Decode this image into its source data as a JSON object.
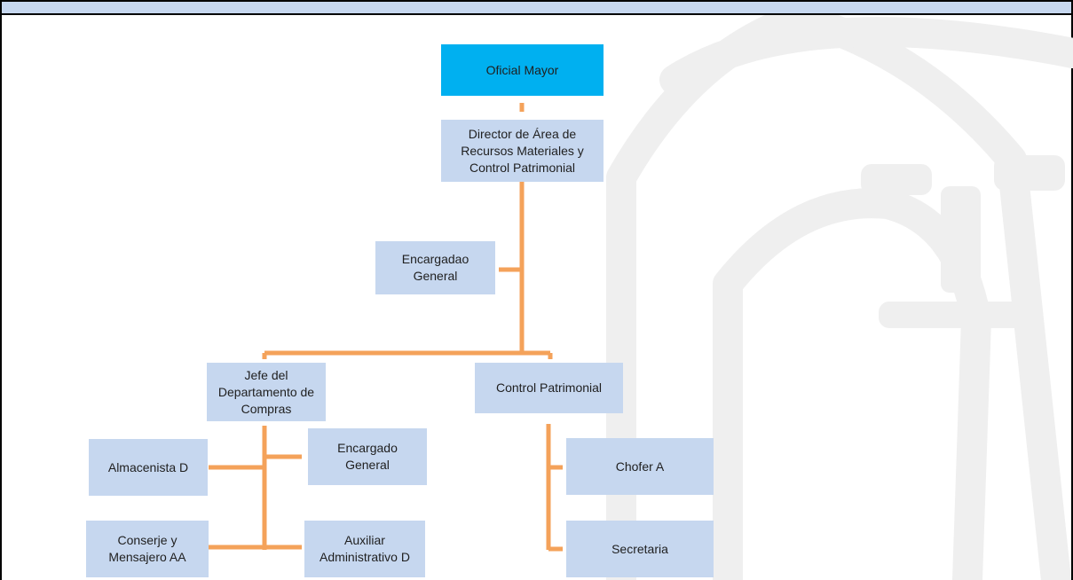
{
  "colors": {
    "header_band": "#c6d7ef",
    "box_fill": "#c6d7ef",
    "top_box_fill": "#00b0f0",
    "connector": "#f4a25a",
    "watermark": "#f0f0f0"
  },
  "watermark": {
    "icon": "stylized-face-watermark-icon"
  },
  "org_chart": {
    "oficial_mayor": "Oficial Mayor",
    "director": "Director de Área de\nRecursos Materiales y\nControl  Patrimonial",
    "encargado_general_1": "Encargadao\nGeneral",
    "jefe_compras": "Jefe del\nDepartamento de\nCompras",
    "control_patrimonial": "Control Patrimonial",
    "almacenista": "Almacenista D",
    "encargado_general_2": "Encargado\nGeneral",
    "conserje": "Conserje y\nMensajero AA",
    "auxiliar": "Auxiliar\nAdministrativo D",
    "chofer": "Chofer A",
    "secretaria": "Secretaria"
  }
}
